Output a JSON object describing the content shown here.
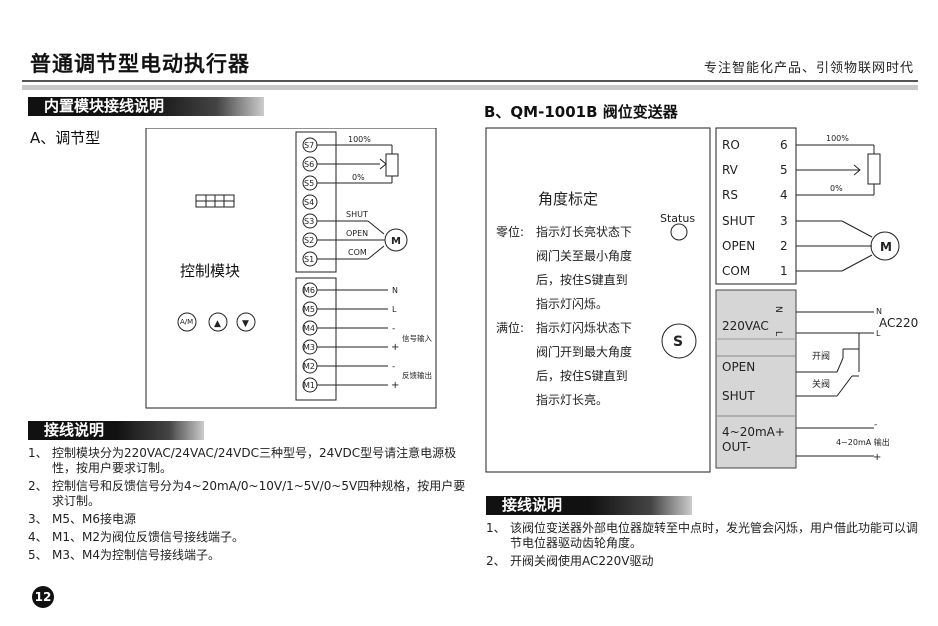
{
  "header": {
    "title": "普通调节型电动执行器",
    "tagline": "专注智能化产品、引领物联网时代"
  },
  "left": {
    "section_title": "内置模块接线说明",
    "subtitle": "A、调节型",
    "module": {
      "label": "控制模块",
      "buttons": [
        "A/M",
        "▲",
        "▼"
      ],
      "upper_terminals": [
        "S7",
        "S6",
        "S5",
        "S4",
        "S3",
        "S2",
        "S1"
      ],
      "lower_terminals": [
        "M6",
        "M5",
        "M4",
        "M3",
        "M2",
        "M1"
      ],
      "pot_top": "100%",
      "pot_bottom": "0%",
      "shut": "SHUT",
      "open": "OPEN",
      "com": "COM",
      "motor": "M",
      "n": "N",
      "l": "L",
      "minus": "-",
      "plus": "+",
      "signal_in": "信号输入",
      "feedback_out": "反馈输出"
    },
    "notes_title": "接线说明",
    "notes": [
      {
        "num": "1、",
        "text": "控制模块分为220VAC/24VAC/24VDC三种型号，24VDC型号请注意电源极性，按用户要求订制。"
      },
      {
        "num": "2、",
        "text": "控制信号和反馈信号分为4~20mA/0~10V/1~5V/0~5V四种规格，按用户要求订制。"
      },
      {
        "num": "3、",
        "text": "M5、M6接电源"
      },
      {
        "num": "4、",
        "text": "M1、M2为阀位反馈信号接线端子。"
      },
      {
        "num": "5、",
        "text": "M3、M4为控制信号接线端子。"
      }
    ]
  },
  "right": {
    "section_title": "B、QM-1001B 阀位变送器",
    "box": {
      "heading": "角度标定",
      "zero_label": "零位:",
      "zero_lines": [
        "指示灯长亮状态下",
        "阀门关至最小角度",
        "后，按住S键直到",
        "指示灯闪烁。"
      ],
      "full_label": "满位:",
      "full_lines": [
        "指示灯闪烁状态下",
        "阀门开到最大角度",
        "后，按住S键直到",
        "指示灯长亮。"
      ],
      "status": "Status",
      "s_button": "S"
    },
    "terminals": [
      {
        "name": "RO",
        "num": "6"
      },
      {
        "name": "RV",
        "num": "5"
      },
      {
        "name": "RS",
        "num": "4"
      },
      {
        "name": "SHUT",
        "num": "3"
      },
      {
        "name": "OPEN",
        "num": "2"
      },
      {
        "name": "COM",
        "num": "1"
      }
    ],
    "pot_top": "100%",
    "pot_bottom": "0%",
    "motor": "M",
    "power": {
      "label": "220VAC",
      "n": "N",
      "l": "L",
      "ac": "AC220"
    },
    "open": "OPEN",
    "shut": "SHUT",
    "open_valve": "开阀",
    "close_valve": "关阀",
    "out_label": "4~20mA+",
    "out_label2": "OUT-",
    "out_note": "4~20mA 输出",
    "minus": "-",
    "plus": "+",
    "notes_title": "接线说明",
    "notes": [
      {
        "num": "1、",
        "text": "该阀位变送器外部电位器旋转至中点时，发光管会闪烁，用户借此功能可以调节电位器驱动齿轮角度。"
      },
      {
        "num": "2、",
        "text": "开阀关阀使用AC220V驱动"
      }
    ]
  },
  "page_number": "12"
}
